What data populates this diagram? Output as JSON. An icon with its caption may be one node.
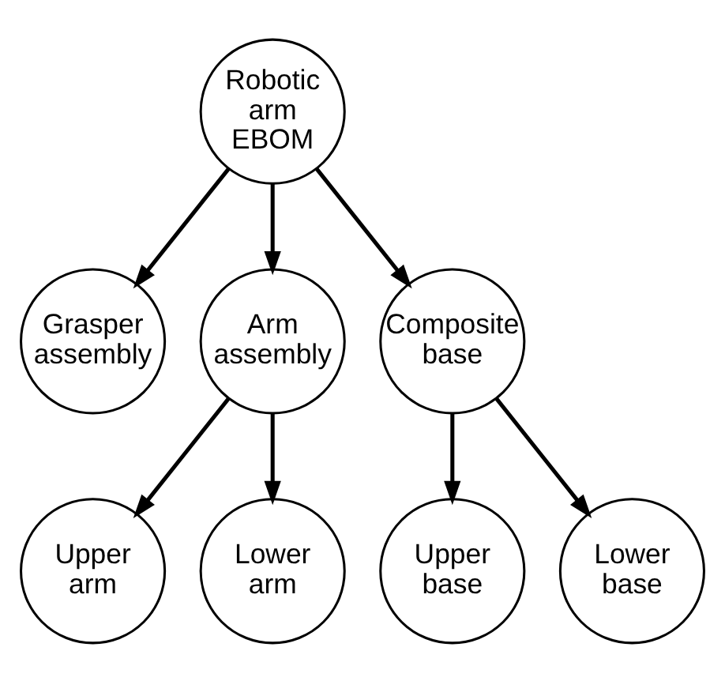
{
  "diagram": {
    "nodes": [
      {
        "text": [
          "Robotic arm EBOM"
        ]
      },
      {
        "text": [
          "Grasper assembly"
        ]
      },
      {
        "text": [
          "Arm assembly"
        ]
      },
      {
        "text": [
          "Composite base"
        ]
      },
      {
        "text": [
          "Upper arm"
        ]
      },
      {
        "text": [
          "Lower arm"
        ]
      },
      {
        "text": [
          "Upper base"
        ]
      },
      {
        "text": [
          "Lower base"
        ]
      }
    ],
    "edges": [
      {
        "from": 0,
        "to": 1,
        "arrow": "to"
      },
      {
        "from": 0,
        "to": 2,
        "arrow": "to"
      },
      {
        "from": 0,
        "to": 3,
        "arrow": "to"
      },
      {
        "from": 2,
        "to": 4,
        "arrow": "to"
      },
      {
        "from": 2,
        "to": 5,
        "arrow": "to"
      },
      {
        "from": 3,
        "to": 6,
        "arrow": "to"
      },
      {
        "from": 3,
        "to": 7,
        "arrow": "to"
      }
    ]
  }
}
